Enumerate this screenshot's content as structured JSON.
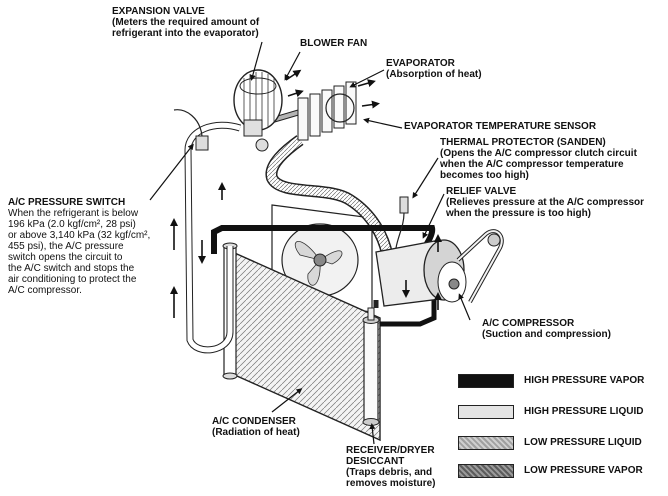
{
  "labels": {
    "expansion_valve_title": "EXPANSION VALVE",
    "expansion_valve_desc_1": "(Meters the required amount of",
    "expansion_valve_desc_2": "refrigerant into the evaporator)",
    "blower_fan": "BLOWER FAN",
    "evaporator_title": "EVAPORATOR",
    "evaporator_desc": "(Absorption of heat)",
    "evap_temp_sensor": "EVAPORATOR TEMPERATURE SENSOR",
    "thermal_protector_title": "THERMAL PROTECTOR (SANDEN)",
    "thermal_protector_desc_1": "(Opens the A/C compressor clutch circuit",
    "thermal_protector_desc_2": "when the A/C compressor temperature",
    "thermal_protector_desc_3": "becomes too high)",
    "relief_valve_title": "RELIEF VALVE",
    "relief_valve_desc_1": "(Relieves pressure at the A/C compressor",
    "relief_valve_desc_2": "when the pressure is too high)",
    "pressure_switch_title": "A/C PRESSURE SWITCH",
    "pressure_switch_desc_1": "When the refrigerant is below",
    "pressure_switch_desc_2": "196 kPa (2.0 kgf/cm², 28 psi)",
    "pressure_switch_desc_3": "or above 3,140 kPa (32 kgf/cm²,",
    "pressure_switch_desc_4": "455 psi), the A/C pressure",
    "pressure_switch_desc_5": "switch opens the circuit to",
    "pressure_switch_desc_6": "the A/C switch and stops the",
    "pressure_switch_desc_7": "air conditioning to protect the",
    "pressure_switch_desc_8": "A/C compressor.",
    "compressor_title": "A/C COMPRESSOR",
    "compressor_desc": "(Suction and compression)",
    "condenser_title": "A/C CONDENSER",
    "condenser_desc": "(Radiation of heat)",
    "receiver_title_1": "RECEIVER/DRYER",
    "receiver_title_2": "DESICCANT",
    "receiver_desc_1": "(Traps debris, and",
    "receiver_desc_2": "removes moisture)"
  },
  "legend": [
    {
      "label": "HIGH PRESSURE VAPOR",
      "color": "#111111"
    },
    {
      "label": "HIGH PRESSURE LIQUID",
      "color": "#e4e4e4"
    },
    {
      "label": "LOW PRESSURE LIQUID",
      "color": "#b4b4b4"
    },
    {
      "label": "LOW PRESSURE VAPOR",
      "color": "#7a7a7a"
    }
  ]
}
